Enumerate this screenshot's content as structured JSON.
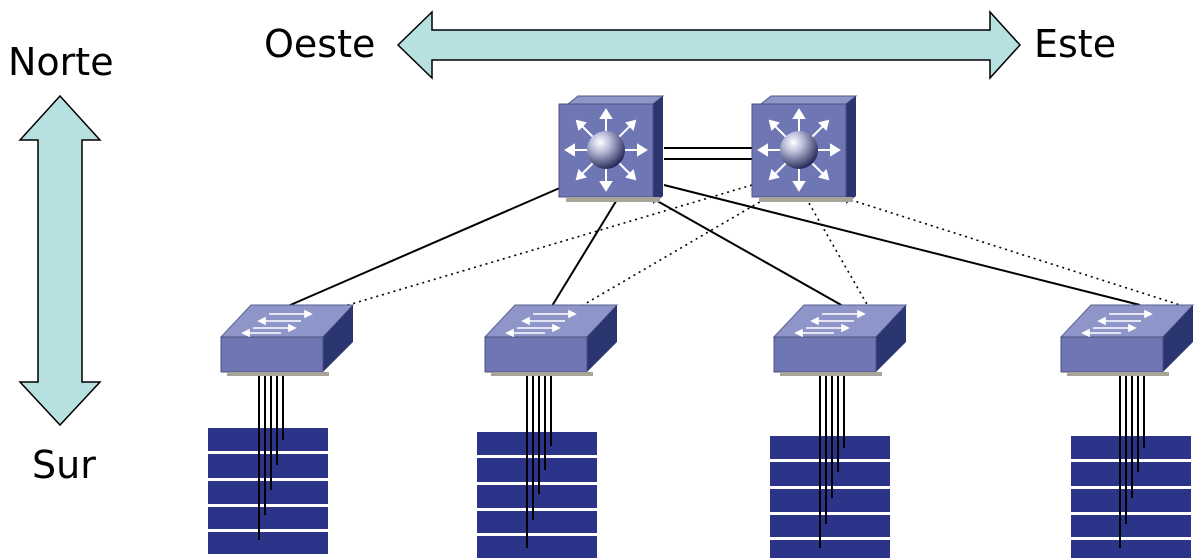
{
  "labels": {
    "west": "Oeste",
    "east": "Este",
    "north": "Norte",
    "south": "Sur"
  },
  "colors": {
    "arrow_fill": "#b7e1e1",
    "device_front": "#6e77b3",
    "device_top": "#8e96c9",
    "device_side": "#2b3570",
    "server_fill": "#2b3489",
    "uplink_primary": "#000000",
    "uplink_backup_dotted": "#000000"
  },
  "icons": {
    "core_switch": "layer3-switch-icon",
    "access_switch": "workgroup-switch-icon",
    "server_rack": "server-rack-icon"
  }
}
